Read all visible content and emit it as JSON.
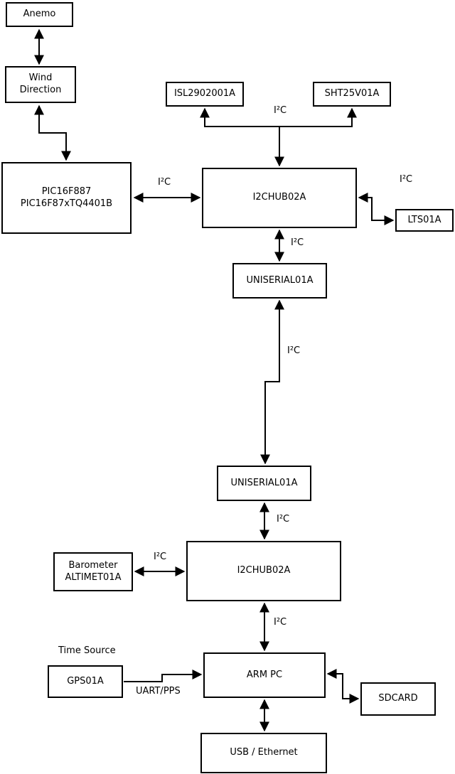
{
  "diagram": {
    "nodes": {
      "anemo": {
        "label": "Anemo"
      },
      "wind": {
        "line1": "Wind",
        "line2": "Direction"
      },
      "pic": {
        "line1": "PIC16F887",
        "line2": "PIC16F87xTQ4401B"
      },
      "isl": {
        "label": "ISL2902001A"
      },
      "sht": {
        "label": "SHT25V01A"
      },
      "hub1": {
        "label": "I2CHUB02A"
      },
      "lts": {
        "label": "LTS01A"
      },
      "uni1": {
        "label": "UNISERIAL01A"
      },
      "uni2": {
        "label": "UNISERIAL01A"
      },
      "baro": {
        "line1": "Barometer",
        "line2": "ALTIMET01A"
      },
      "hub2": {
        "label": "I2CHUB02A"
      },
      "gps": {
        "label": "GPS01A"
      },
      "arm": {
        "label": "ARM PC"
      },
      "sdcard": {
        "label": "SDCARD"
      },
      "usb": {
        "label": "USB / Ethernet"
      }
    },
    "labels": {
      "i2c": "I²C",
      "time_source": "Time Source",
      "uart_pps": "UART/PPS"
    },
    "colors": {
      "line": "#000000",
      "box_border": "#000000",
      "background": "#ffffff"
    }
  }
}
